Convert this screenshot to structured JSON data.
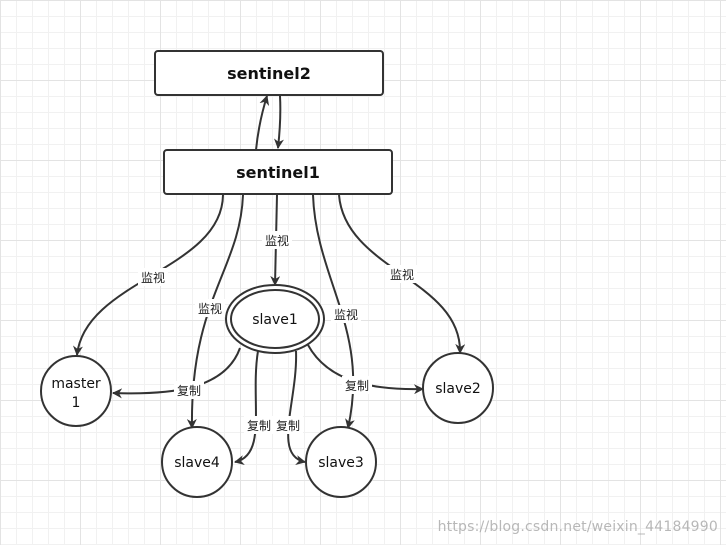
{
  "nodes": {
    "sentinel2": "sentinel2",
    "sentinel1": "sentinel1",
    "slave1": "slave1",
    "master_line1": "master",
    "master_line2": "1",
    "slave2": "slave2",
    "slave3": "slave3",
    "slave4": "slave4"
  },
  "edges": {
    "monitor_master": "监视",
    "monitor_slave4": "监视",
    "monitor_slave1": "监视",
    "monitor_slave3": "监视",
    "monitor_slave2": "监视",
    "replicate_master": "复制",
    "replicate_slave4": "复制",
    "replicate_slave3": "复制",
    "replicate_slave2": "复制"
  },
  "watermark": "https://blog.csdn.net/weixin_44184990"
}
